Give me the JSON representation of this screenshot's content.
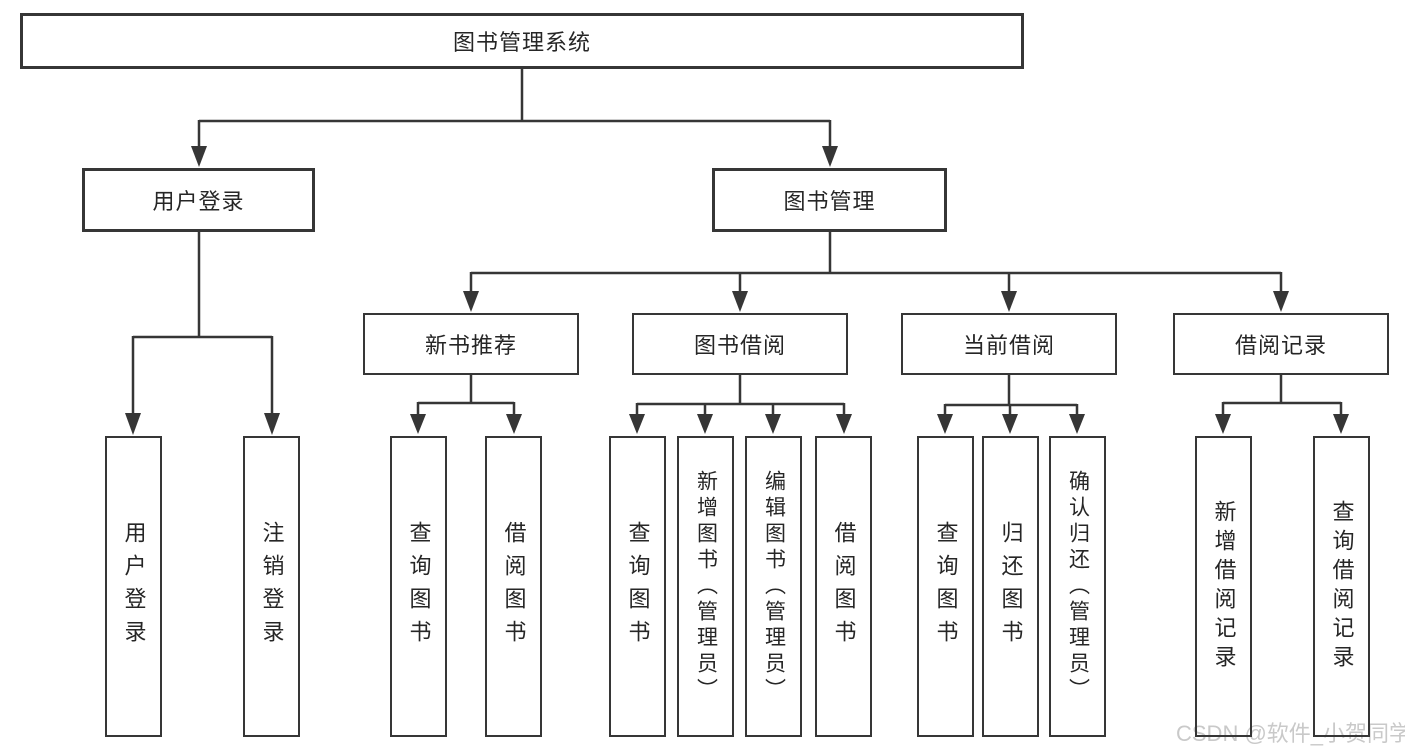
{
  "tree": {
    "label": "图书管理系统",
    "children": [
      {
        "label": "用户登录",
        "children": [
          {
            "label": "用户登录"
          },
          {
            "label": "注销登录"
          }
        ]
      },
      {
        "label": "图书管理",
        "children": [
          {
            "label": "新书推荐",
            "children": [
              {
                "label": "查询图书"
              },
              {
                "label": "借阅图书"
              }
            ]
          },
          {
            "label": "图书借阅",
            "children": [
              {
                "label": "查询图书"
              },
              {
                "label": "新增图书（管理员）"
              },
              {
                "label": "编辑图书（管理员）"
              },
              {
                "label": "借阅图书"
              }
            ]
          },
          {
            "label": "当前借阅",
            "children": [
              {
                "label": "查询图书"
              },
              {
                "label": "归还图书"
              },
              {
                "label": "确认归还（管理员）"
              }
            ]
          },
          {
            "label": "借阅记录",
            "children": [
              {
                "label": "新增借阅记录"
              },
              {
                "label": "查询借阅记录"
              }
            ]
          }
        ]
      }
    ]
  },
  "watermark": {
    "text": "CSDN @软件_小贺同学"
  },
  "colors": {
    "line": "#363636",
    "box_border": "#363636",
    "text": "#262626",
    "background": "#ffffff",
    "watermark": "#c9c9c9"
  }
}
